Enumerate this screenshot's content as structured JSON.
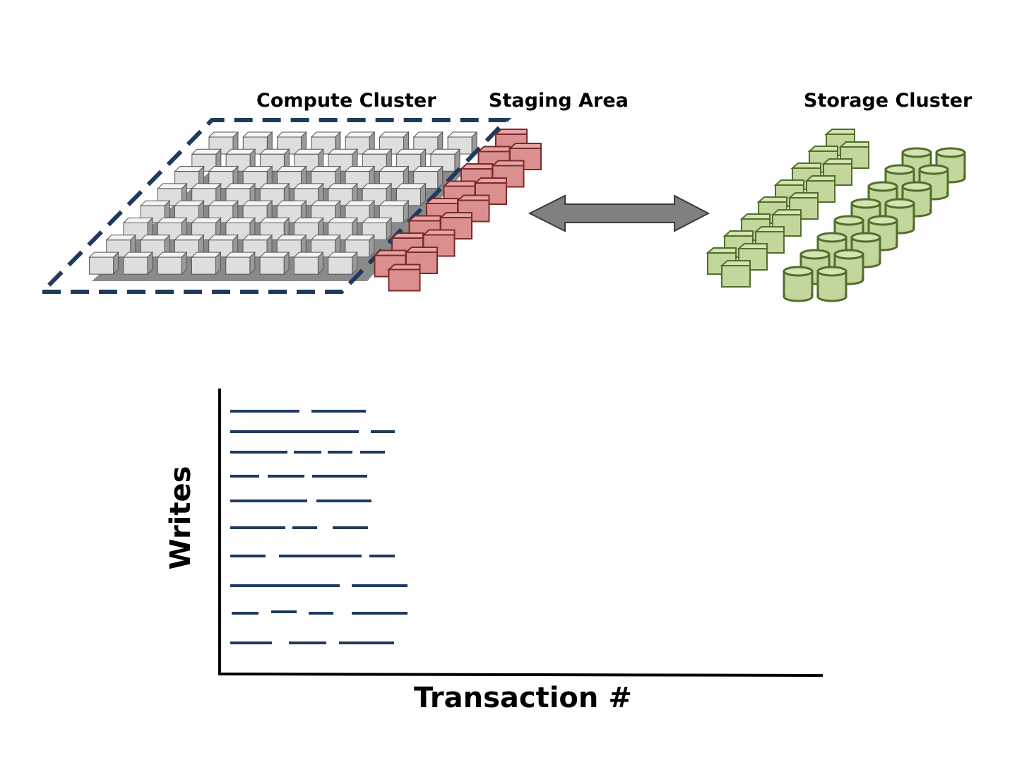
{
  "labels": {
    "compute_cluster": "Compute Cluster",
    "staging_area": "Staging Area",
    "storage_cluster": "Storage Cluster"
  },
  "plot": {
    "x_label": "Transaction #",
    "y_label": "Writes"
  },
  "colors": {
    "dashed_outline": "#1f3a5f",
    "node_fill": "#e6e6e6",
    "staging_fill": "#dc8f8f",
    "staging_stroke": "#7a2a2a",
    "storage_fill": "#c3d69b",
    "storage_stroke": "#4f6f2a",
    "arrow_fill": "#808080",
    "write_segment": "#1f3a5f"
  },
  "icons": {
    "compute_node": "cube-icon",
    "staging_node": "box-icon",
    "storage_node": "box-icon",
    "storage_disk": "cylinder-icon",
    "transfer": "double-arrow-icon"
  }
}
